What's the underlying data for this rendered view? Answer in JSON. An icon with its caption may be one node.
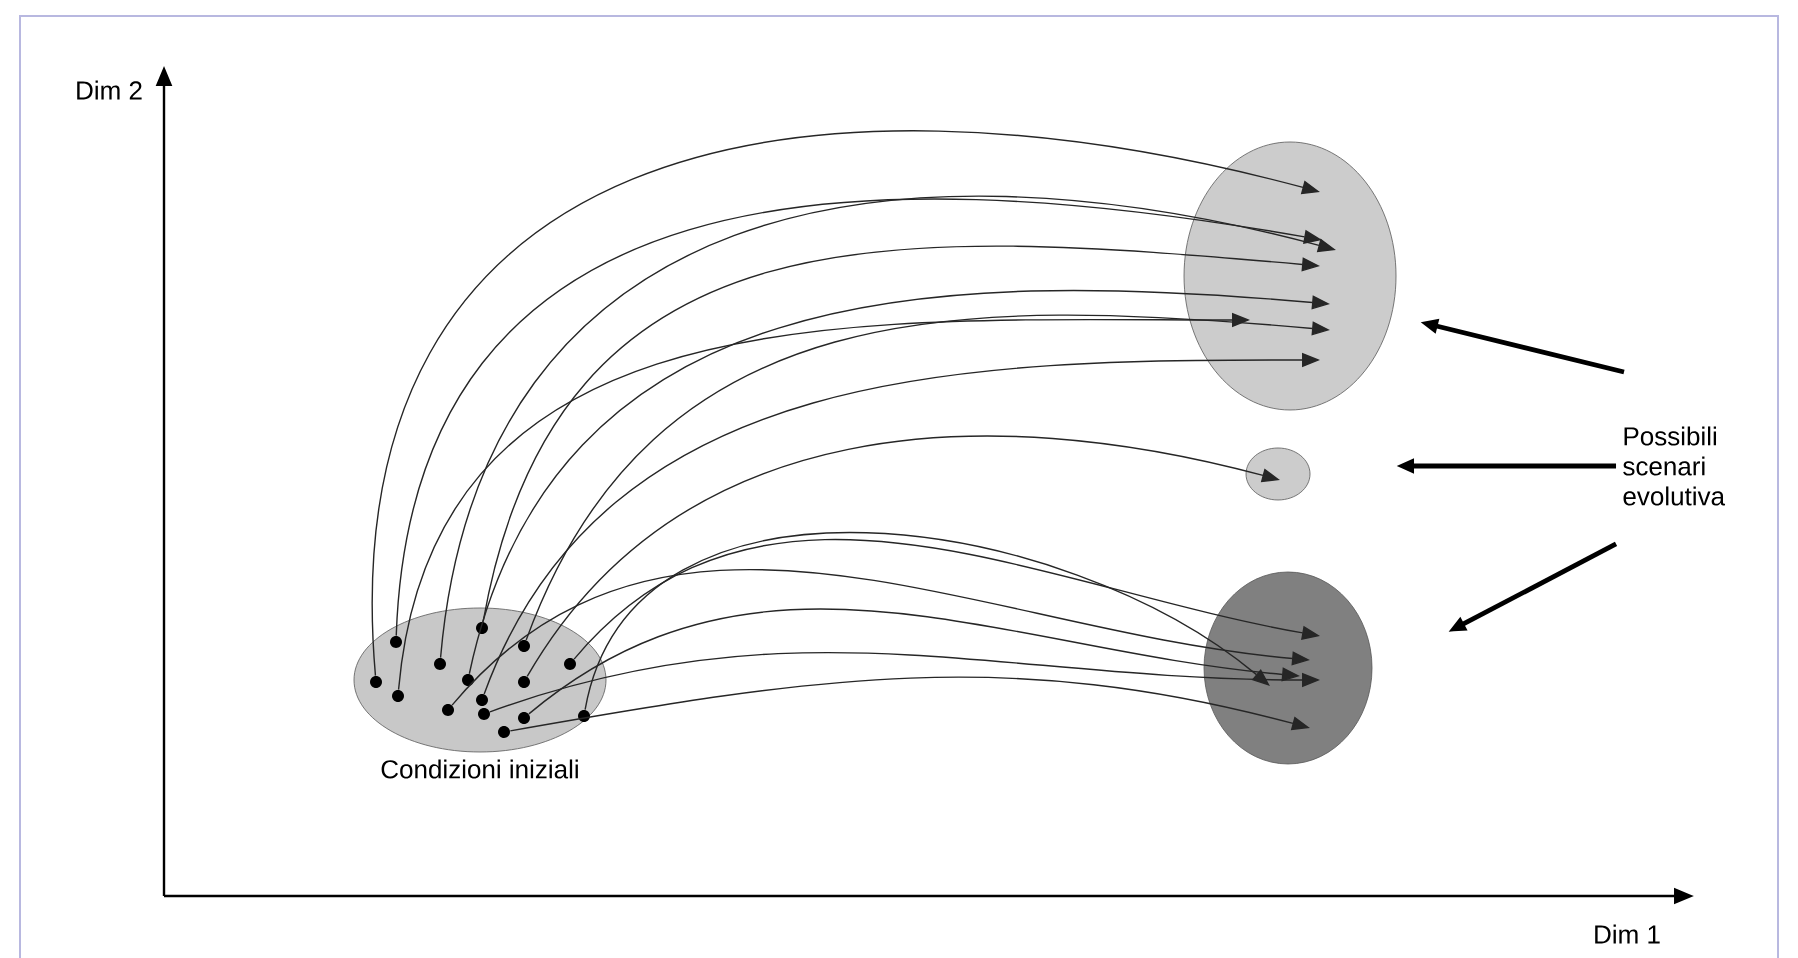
{
  "diagram": {
    "nodes": [
      {
        "text": [
          "Condizioni iniziali"
        ]
      },
      {
        "text": [],
        "shape": "circle",
        "in": 0
      },
      {
        "text": [],
        "shape": "circle",
        "in": 0
      },
      {
        "text": [],
        "shape": "circle",
        "in": 0
      },
      {
        "text": [],
        "shape": "circle",
        "in": 0
      },
      {
        "text": [],
        "shape": "circle",
        "in": 0
      },
      {
        "text": [],
        "shape": "circle",
        "in": 0
      },
      {
        "text": [],
        "shape": "circle",
        "in": 0
      },
      {
        "text": [],
        "shape": "circle",
        "in": 0
      },
      {
        "text": [],
        "shape": "circle",
        "in": 0
      },
      {
        "text": [],
        "shape": "circle",
        "in": 0
      },
      {
        "text": [],
        "shape": "circle",
        "in": 0
      },
      {
        "text": [],
        "shape": "circle",
        "in": 0
      },
      {
        "text": [],
        "shape": "circle",
        "in": 0
      },
      {
        "text": [],
        "shape": "circle",
        "in": 0
      },
      {
        "text": [],
        "shape": "circle",
        "in": 0
      },
      {
        "text": [],
        "shape": "ellipse"
      },
      {
        "text": [],
        "shape": "circle"
      },
      {
        "text": [],
        "shape": "ellipse"
      },
      {
        "text": [
          "Possibili scenari evolutiva"
        ]
      }
    ],
    "edges": [
      {
        "from": 1,
        "to": 16,
        "arrow": "to"
      },
      {
        "from": 2,
        "to": 16,
        "arrow": "to"
      },
      {
        "from": 3,
        "to": 16,
        "arrow": "to"
      },
      {
        "from": 4,
        "to": 16,
        "arrow": "to"
      },
      {
        "from": 5,
        "to": 16,
        "arrow": "to"
      },
      {
        "from": 6,
        "to": 16,
        "arrow": "to"
      },
      {
        "from": 7,
        "to": 16,
        "arrow": "to"
      },
      {
        "from": 8,
        "to": 16,
        "arrow": "to"
      },
      {
        "from": 9,
        "to": 17,
        "arrow": "to"
      },
      {
        "from": 10,
        "to": 18,
        "arrow": "to"
      },
      {
        "from": 11,
        "to": 18,
        "arrow": "to"
      },
      {
        "from": 12,
        "to": 18,
        "arrow": "to"
      },
      {
        "from": 13,
        "to": 18,
        "arrow": "to"
      },
      {
        "from": 14,
        "to": 18,
        "arrow": "to"
      },
      {
        "from": 15,
        "to": 18,
        "arrow": "to"
      },
      {
        "from": 19,
        "to": 16,
        "arrow": "to",
        "style": "thick"
      },
      {
        "from": 19,
        "to": 17,
        "arrow": "to",
        "style": "thick"
      },
      {
        "from": 19,
        "to": 18,
        "arrow": "to",
        "style": "thick"
      }
    ],
    "labels": [
      "Dim 2",
      "Dim 1"
    ]
  }
}
